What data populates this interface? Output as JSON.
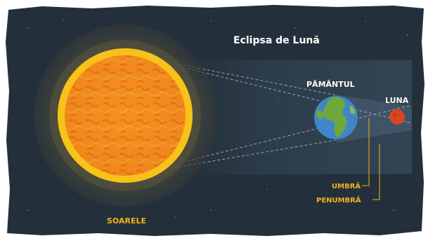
{
  "diagram": {
    "title": "Eclipsa de Lună",
    "labels": {
      "sun": "SOARELE",
      "earth": "PĂMÂNTUL",
      "moon": "LUNA",
      "umbra": "UMBRĂ",
      "penumbra": "PENUMBRĂ"
    }
  },
  "colors": {
    "sky": "#23303b",
    "sun_core": "#f28a1c",
    "sun_ring": "#f7c21a",
    "sun_glow": "#4b4a3c",
    "moon": "#d9461e",
    "earth_ocean": "#3f86c9",
    "earth_land": "#6fa83a",
    "shadow": "#3a4d5c",
    "label_gold": "#f2b21d",
    "label_white": "#ffffff"
  }
}
